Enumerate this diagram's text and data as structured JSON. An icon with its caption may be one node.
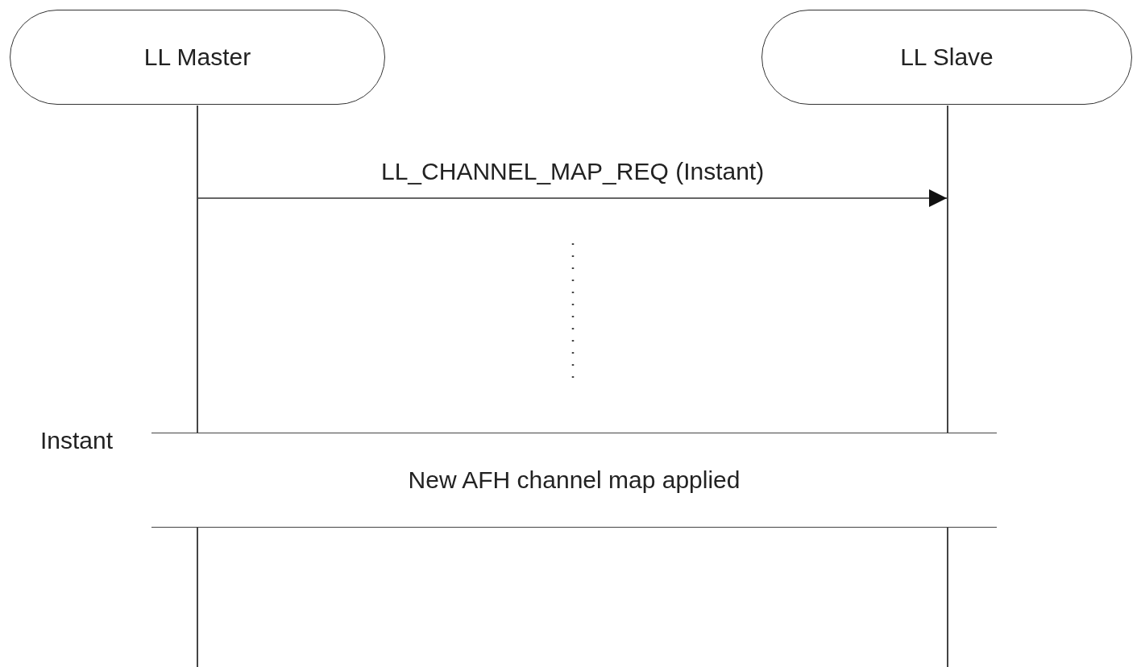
{
  "diagram": {
    "nodes": [
      {
        "text": [
          "LL Master"
        ]
      },
      {
        "text": [
          "LL Slave"
        ]
      },
      {
        "text": [],
        "shape": "line"
      },
      {
        "text": [],
        "shape": "line"
      },
      {
        "text": [
          "New AFH channel map applied"
        ]
      },
      {
        "text": [],
        "shape": "line"
      },
      {
        "text": [],
        "shape": "line"
      }
    ],
    "edges": [
      {
        "from": 2,
        "to": 3,
        "arrow": "to",
        "label": "LL_CHANNEL_MAP_REQ (Instant)"
      }
    ],
    "labels": [
      "Instant"
    ]
  }
}
